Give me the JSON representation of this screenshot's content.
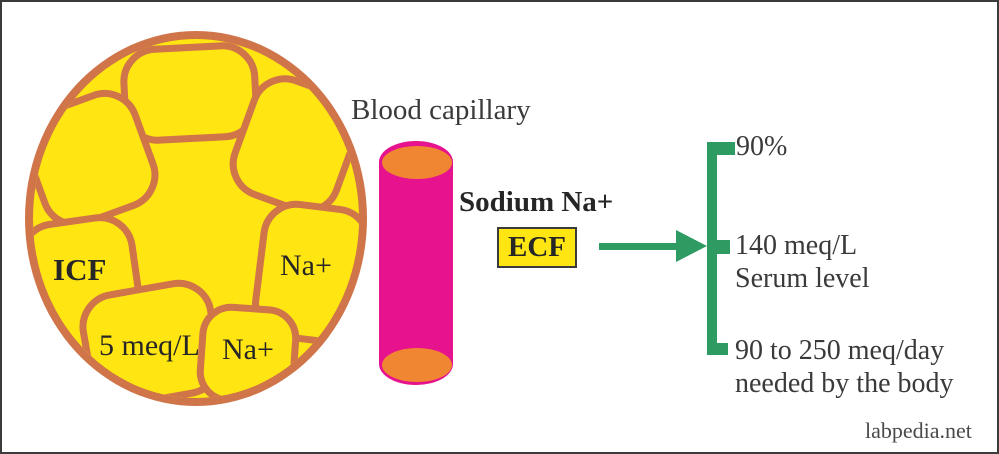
{
  "colors": {
    "cell_border": "#D0744A",
    "cell_fill": "#FFE512",
    "vessel_body": "#E7128D",
    "vessel_cap": "#F08632",
    "accent_green": "#2E9B62",
    "text_dark": "#3A3A3A",
    "label_black": "#262626"
  },
  "cell": {
    "label": "ICF",
    "concentration": "5 meq/L",
    "ions": [
      "Na+",
      "Na+"
    ]
  },
  "capillary": {
    "label": "Blood capillary"
  },
  "ecf": {
    "title": "Sodium Na+",
    "box_label": "ECF"
  },
  "facts": [
    {
      "line1": "90%",
      "line2": ""
    },
    {
      "line1": "140 meq/L",
      "line2": "Serum level"
    },
    {
      "line1": "90 to 250 meq/day",
      "line2": "needed by the body"
    }
  ],
  "watermark": "labpedia.net"
}
